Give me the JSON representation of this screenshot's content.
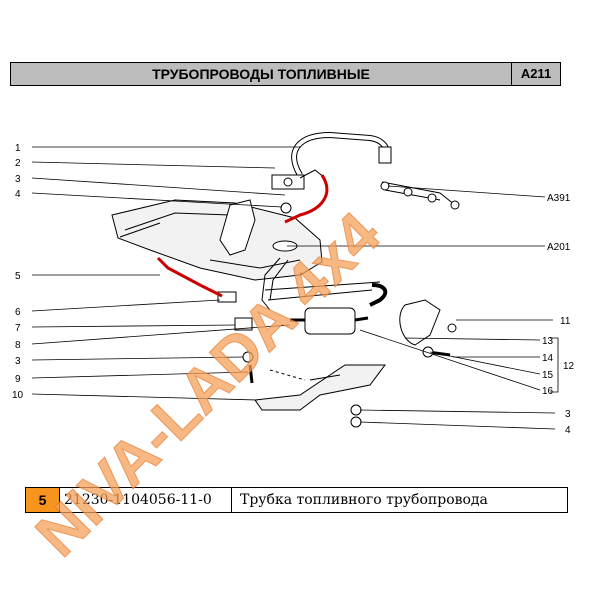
{
  "header": {
    "title": "ТРУБОПРОВОДЫ ТОПЛИВНЫЕ",
    "code": "A211"
  },
  "callouts_left": [
    "1",
    "2",
    "3",
    "4",
    "5",
    "6",
    "7",
    "8",
    "3",
    "9",
    "10"
  ],
  "callouts_right": {
    "a391": "A391",
    "a201": "A201",
    "n11": "11",
    "n13": "13",
    "n14": "14",
    "n15": "15",
    "n16": "16",
    "n12": "12",
    "n3": "3",
    "n4": "4"
  },
  "part": {
    "number": "5",
    "code": "21230-1104056-11-0",
    "description": "Трубка топливного трубопровода"
  },
  "watermark": "NIVA-LADA 4x4",
  "colors": {
    "header_bg": "#bdbdbd",
    "highlight": "#cc0000",
    "badge": "#f7941d",
    "watermark": "#f5a05a"
  }
}
